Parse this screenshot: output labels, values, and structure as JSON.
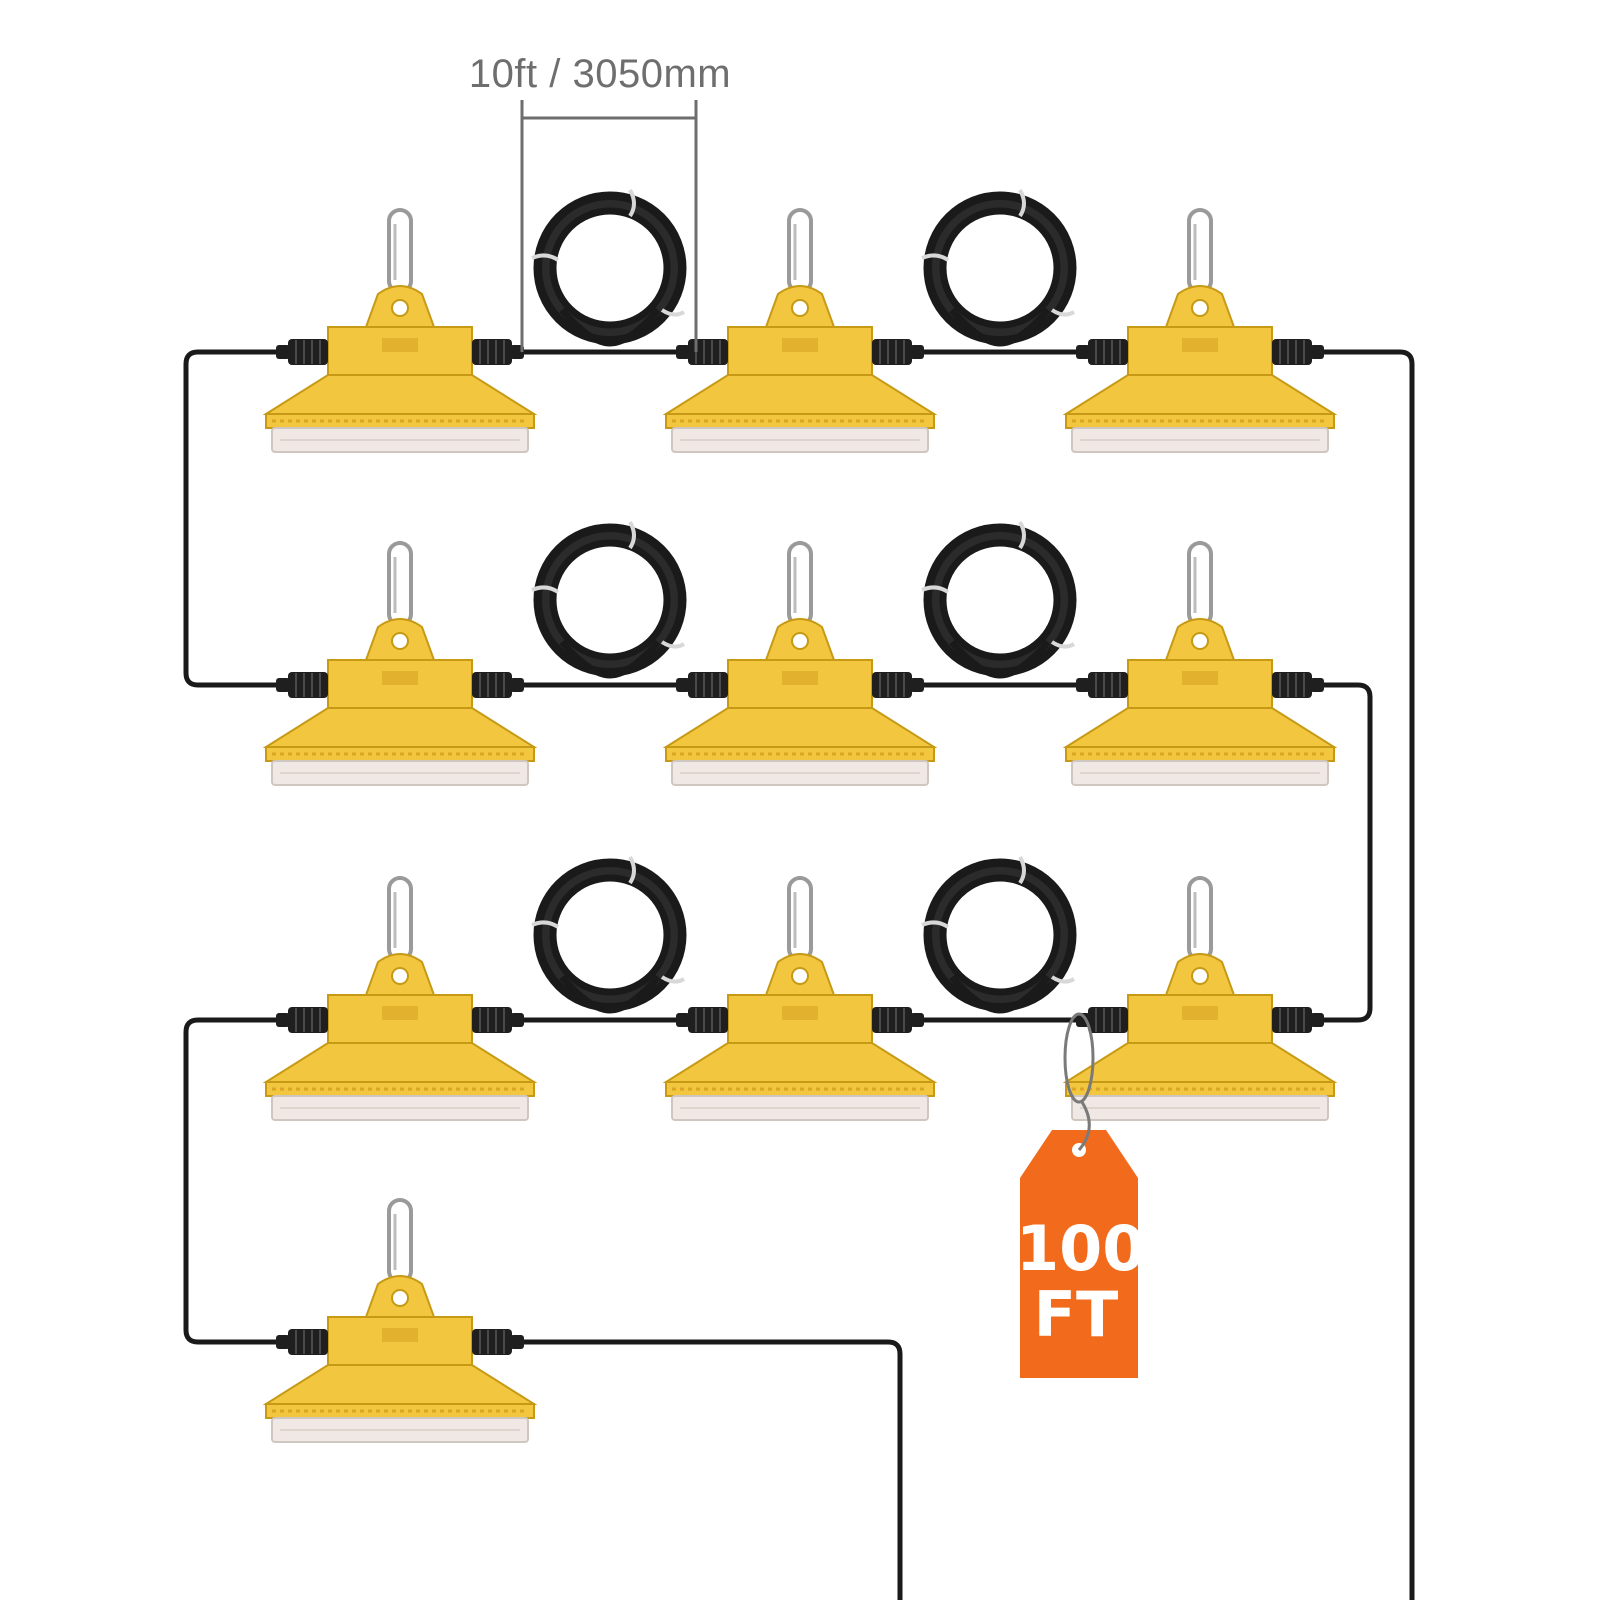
{
  "dimension": {
    "label": "10ft / 3050mm"
  },
  "tag": {
    "line1": "100",
    "line2": "FT",
    "color": "#f26a1b"
  },
  "product": {
    "lamp_count": 10,
    "lamp_color": "#f3c63f",
    "lamp_edge_color": "#c79a16",
    "lens_color": "#efe8e4",
    "cable_color": "#1a1a1a",
    "icons": [
      "carabiner-hook-icon",
      "work-light-icon",
      "coiled-cable-icon",
      "price-tag-icon"
    ]
  }
}
